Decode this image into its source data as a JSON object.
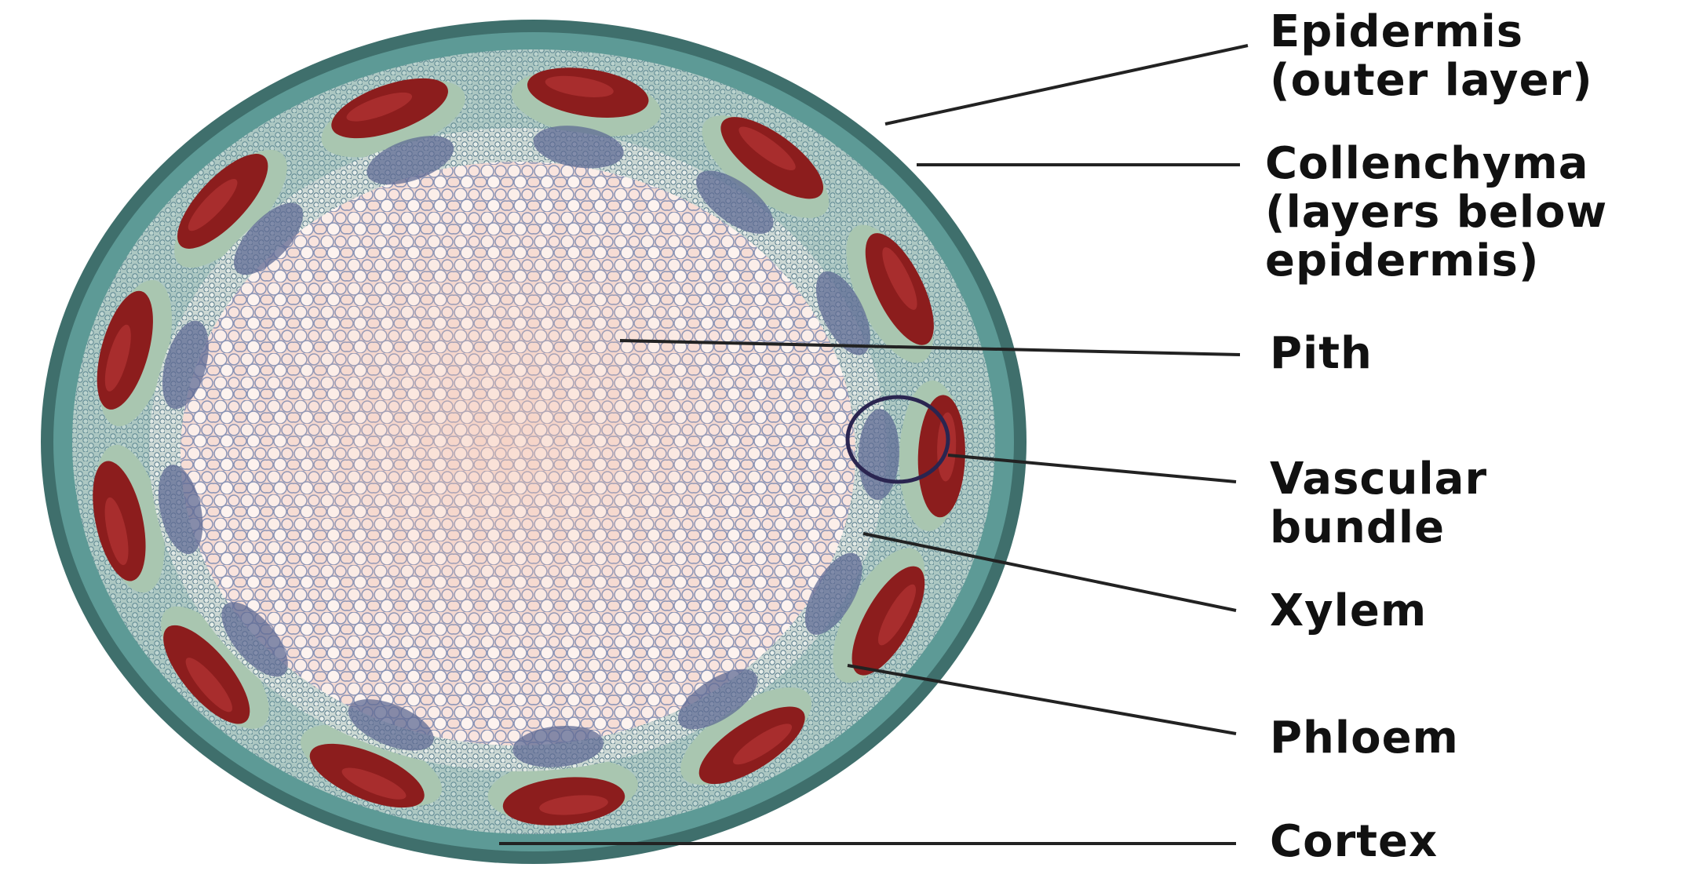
{
  "labels": {
    "epidermis": [
      "Epidermis",
      "(outer layer)"
    ],
    "collenchyma": [
      "Collenchyma",
      "(layers below",
      "epidermis)"
    ],
    "pith": [
      "Pith"
    ],
    "vascular_bundle": [
      "Vascular",
      "bundle"
    ],
    "xylem": [
      "Xylem"
    ],
    "phloem": [
      "Phloem"
    ],
    "cortex": [
      "Cortex"
    ]
  },
  "colors": {
    "background": "#ffffff",
    "epidermis": "#3f6f6c",
    "cortex_teal": "#5d9a96",
    "collenchyma_green": "#a9c6b0",
    "phloem_red": "#8c1d1d",
    "xylem_blue": "#5f6b94",
    "pith_cells": "#f7e6e1",
    "pith_walls": "#7f8fb0",
    "leader_line": "#222222",
    "circle_marker": "#2a2550"
  }
}
